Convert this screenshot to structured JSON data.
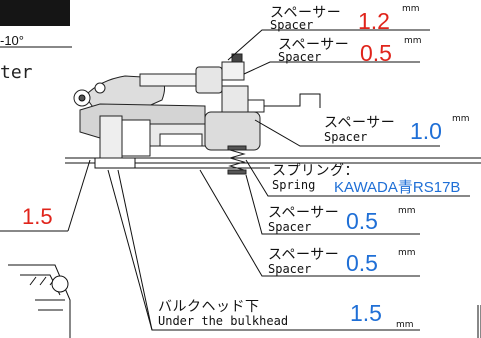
{
  "colors": {
    "value_red": "#e0241b",
    "value_blue": "#1f6fd6",
    "line": "#111111"
  },
  "header": {
    "angle_text": "-10°",
    "partial_word": "ter"
  },
  "left_value": "1.5",
  "callouts": [
    {
      "jp": "スペーサー",
      "en": "Spacer",
      "value": "1.2",
      "unit": "mm",
      "color": "red"
    },
    {
      "jp": "スペーサー",
      "en": "Spacer",
      "value": "0.5",
      "unit": "mm",
      "color": "red"
    },
    {
      "jp": "スペーサー",
      "en": "Spacer",
      "value": "1.0",
      "unit": "mm",
      "color": "blue"
    },
    {
      "jp": "スプリング：",
      "en": "Spring",
      "value": "KAWADA青RS17B",
      "unit": "",
      "color": "blue"
    },
    {
      "jp": "スペーサー",
      "en": "Spacer",
      "value": "0.5",
      "unit": "mm",
      "color": "blue"
    },
    {
      "jp": "スペーサー",
      "en": "Spacer",
      "value": "0.5",
      "unit": "mm",
      "color": "blue"
    },
    {
      "jp": "バルクヘッド下",
      "en": "Under the bulkhead",
      "value": "1.5",
      "unit": "mm",
      "color": "blue"
    }
  ]
}
